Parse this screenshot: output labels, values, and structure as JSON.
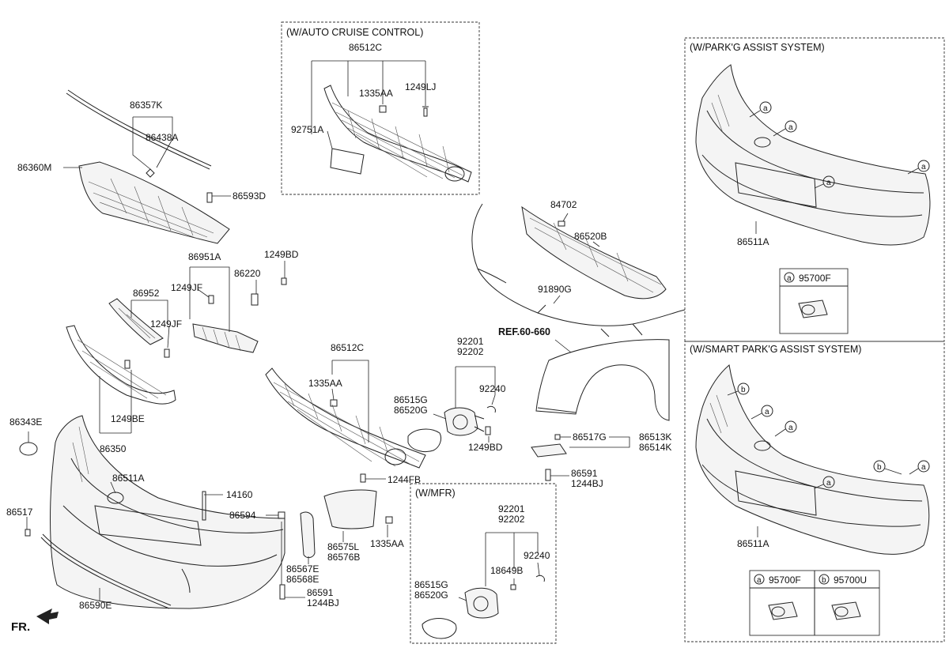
{
  "sections": {
    "auto_cruise": "(W/AUTO CRUISE CONTROL)",
    "park_assist": "(W/PARK'G ASSIST SYSTEM)",
    "smart_park_assist": "(W/SMART PARK'G ASSIST SYSTEM)",
    "mfr": "(W/MFR)"
  },
  "reference": "REF.60-660",
  "direction": "FR.",
  "legend": {
    "a_symbol": "a",
    "b_symbol": "b",
    "a_part": "95700F",
    "b_part": "95700U"
  },
  "labels": {
    "p86512C_top": "86512C",
    "p1335AA_top": "1335AA",
    "p1249LJ": "1249LJ",
    "p92751A": "92751A",
    "p86357K": "86357K",
    "p86438A": "86438A",
    "p86360M": "86360M",
    "p86593D": "86593D",
    "p86951A": "86951A",
    "p1249BD_top": "1249BD",
    "p1249JF_a": "1249JF",
    "p86220": "86220",
    "p86952": "86952",
    "p1249JF_b": "1249JF",
    "p1249BE": "1249BE",
    "p86350": "86350",
    "p86343E": "86343E",
    "p86511A_main": "86511A",
    "p14160": "14160",
    "p86517": "86517",
    "p86594": "86594",
    "p86590E": "86590E",
    "p86567E": "86567E",
    "p86568E": "86568E",
    "p86591_a": "86591",
    "p1244BJ_a": "1244BJ",
    "p86575L": "86575L",
    "p86576B": "86576B",
    "p1335AA_mid": "1335AA",
    "p1244FB": "1244FB",
    "p86512C_mid": "86512C",
    "p1335AA_grille": "1335AA",
    "p86515G_a": "86515G",
    "p86520G_a": "86520G",
    "p92201_a": "92201",
    "p92202_a": "92202",
    "p92240_a": "92240",
    "p1249BD_mid": "1249BD",
    "p84702": "84702",
    "p86520B": "86520B",
    "p91890G": "91890G",
    "p86517G": "86517G",
    "p86513K": "86513K",
    "p86514K": "86514K",
    "p86591_b": "86591",
    "p1244BJ_b": "1244BJ",
    "p92201_b": "92201",
    "p92202_b": "92202",
    "p92240_b": "92240",
    "p18649B": "18649B",
    "p86515G_b": "86515G",
    "p86520G_b": "86520G",
    "p86511A_park": "86511A",
    "p86511A_smart": "86511A"
  },
  "colors": {
    "line": "#222222",
    "background": "#ffffff",
    "text": "#111111"
  },
  "icons": [
    "sensor-icon",
    "direction-arrow-icon"
  ]
}
